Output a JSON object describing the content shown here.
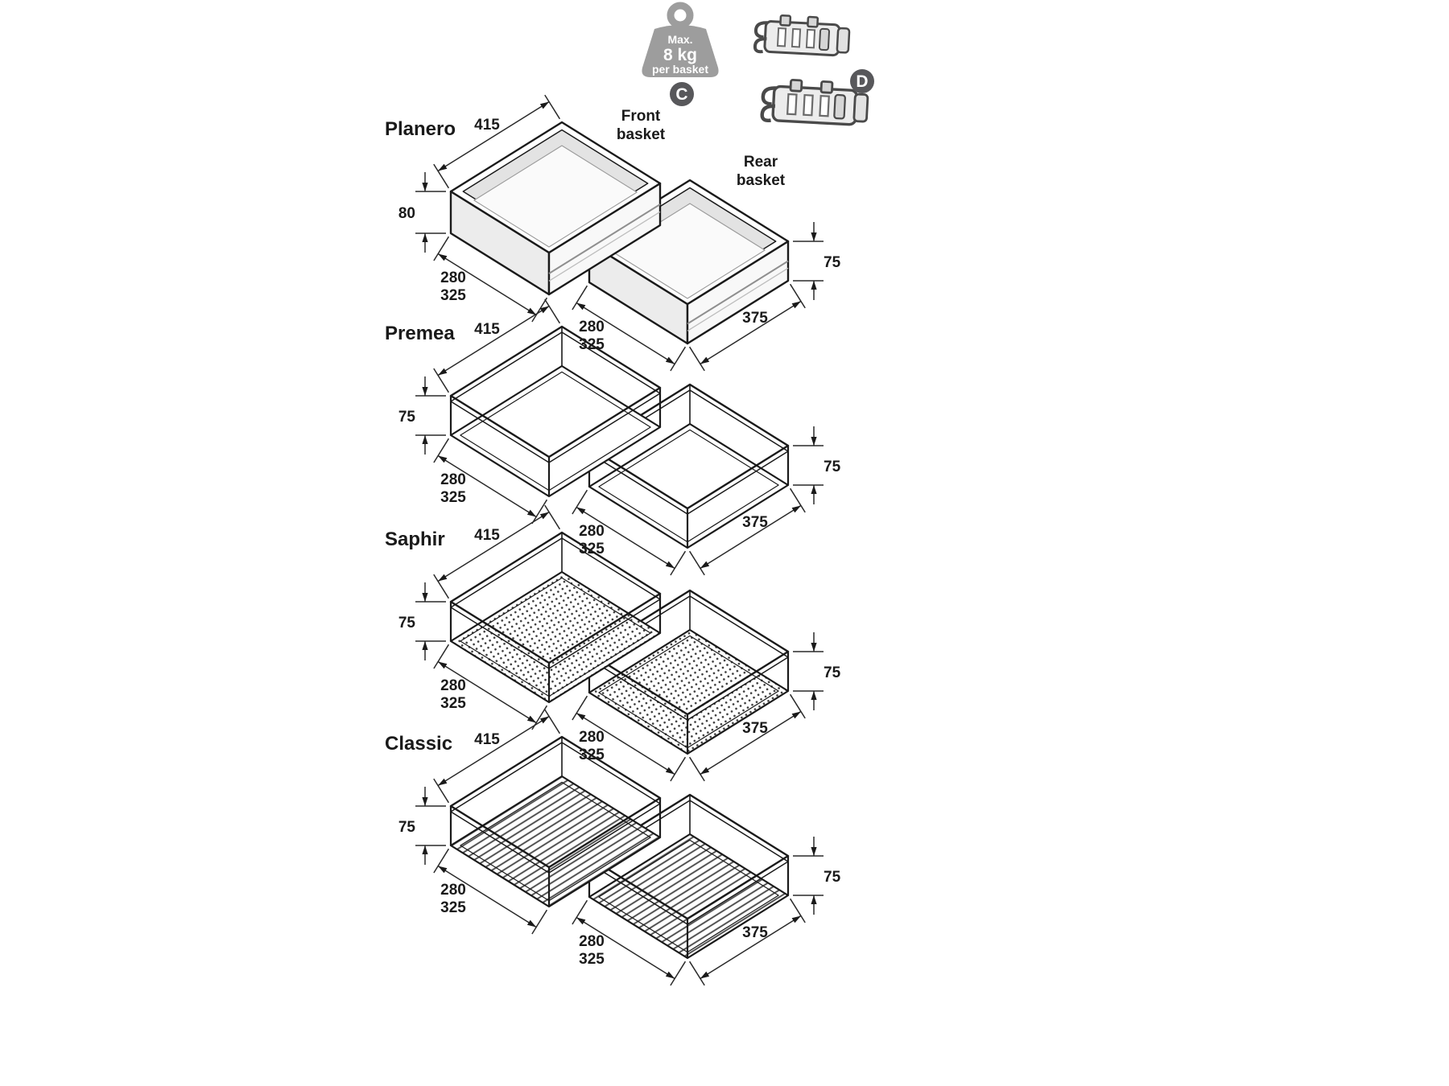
{
  "page": {
    "background": "#ffffff"
  },
  "header": {
    "weight": {
      "line1": "Max.",
      "line2": "8 kg",
      "line3": "per basket"
    },
    "badge_c": "C",
    "badge_d": "D",
    "front_basket": {
      "line1": "Front",
      "line2": "basket"
    },
    "rear_basket": {
      "line1": "Rear",
      "line2": "basket"
    }
  },
  "rows": [
    {
      "name": "Planero",
      "style": "solid",
      "front": {
        "width": "415",
        "height": "80",
        "depth_min": "280",
        "depth_max": "325"
      },
      "rear": {
        "width": "375",
        "height": "75",
        "depth_min": "280",
        "depth_max": "325"
      }
    },
    {
      "name": "Premea",
      "style": "wire-solid-base",
      "front": {
        "width": "415",
        "height": "75",
        "depth_min": "280",
        "depth_max": "325"
      },
      "rear": {
        "width": "375",
        "height": "75",
        "depth_min": "280",
        "depth_max": "325"
      }
    },
    {
      "name": "Saphir",
      "style": "wire-perforated-base",
      "front": {
        "width": "415",
        "height": "75",
        "depth_min": "280",
        "depth_max": "325"
      },
      "rear": {
        "width": "375",
        "height": "75",
        "depth_min": "280",
        "depth_max": "325"
      }
    },
    {
      "name": "Classic",
      "style": "wire-rod-base",
      "front": {
        "width": "415",
        "height": "75",
        "depth_min": "280",
        "depth_max": "325"
      },
      "rear": {
        "width": "375",
        "height": "75",
        "depth_min": "280",
        "depth_max": "325"
      }
    }
  ],
  "colors": {
    "ink": "#1a1a1a",
    "dimension": "#2a2a2a",
    "weight_gray": "#9d9d9d",
    "badge_gray": "#58585b"
  }
}
